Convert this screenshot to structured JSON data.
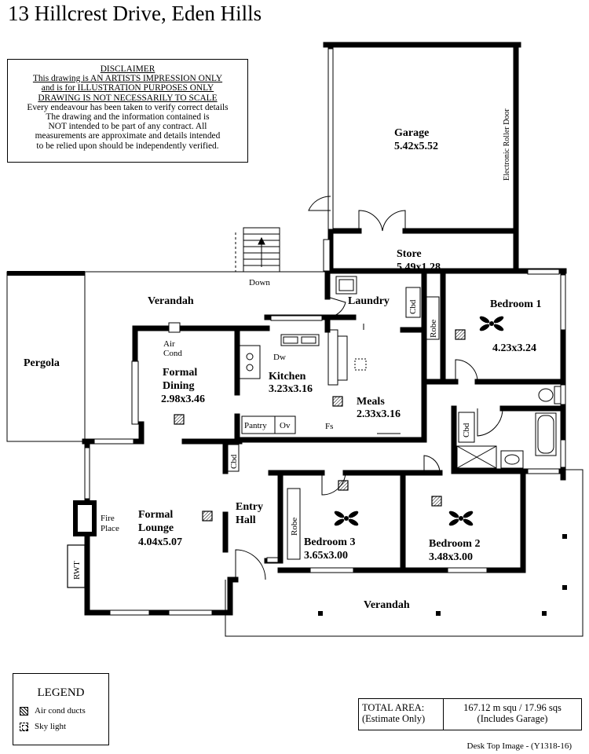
{
  "title": "13 Hillcrest Drive, Eden Hills",
  "disclaimer": {
    "heading": "DISCLAIMER",
    "line1": "This drawing is AN ARTISTS IMPRESSION ONLY",
    "line2": "and is for ILLUSTRATION PURPOSES ONLY",
    "line3": "DRAWING IS NOT NECESSARILY TO SCALE",
    "line4": "Every endeavour has been taken to verify correct details",
    "line5": "The drawing and the information contained is",
    "line6": "NOT intended to be part of any contract. All",
    "line7": "measurements are approximate and details intended",
    "line8": "to be relied upon should be independently verified."
  },
  "rooms": {
    "garage": {
      "name": "Garage",
      "size": "5.42x5.52"
    },
    "store": {
      "name": "Store",
      "size": "5.49x1.28"
    },
    "bedroom1": {
      "name": "Bedroom 1",
      "size": "4.23x3.24"
    },
    "laundry": {
      "name": "Laundry"
    },
    "kitchen": {
      "name": "Kitchen",
      "size": "3.23x3.16"
    },
    "meals": {
      "name": "Meals",
      "size": "2.33x3.16"
    },
    "formal_dining": {
      "name1": "Formal",
      "name2": "Dining",
      "size": "2.98x3.46"
    },
    "formal_lounge": {
      "name1": "Formal",
      "name2": "Lounge",
      "size": "4.04x5.07"
    },
    "entry_hall": {
      "name1": "Entry",
      "name2": "Hall"
    },
    "bedroom3": {
      "name": "Bedroom 3",
      "size": "3.65x3.00"
    },
    "bedroom2": {
      "name": "Bedroom 2",
      "size": "3.48x3.00"
    },
    "pergola": {
      "name": "Pergola"
    },
    "verandah_top": {
      "name": "Verandah"
    },
    "verandah_bottom": {
      "name": "Verandah"
    }
  },
  "labels": {
    "roller_door": "Electronic Roller Door",
    "down": "Down",
    "air_cond1": "Air",
    "air_cond2": "Cond",
    "dw": "Dw",
    "pantry": "Pantry",
    "ov": "Ov",
    "fs": "Fs",
    "cbd": "Cbd",
    "robe": "Robe",
    "fire1": "Fire",
    "fire2": "Place",
    "rwt": "RWT"
  },
  "legend": {
    "title": "LEGEND",
    "air_cond_ducts": "Air cond ducts",
    "sky_light": "Sky light"
  },
  "total_area": {
    "label1": "TOTAL AREA:",
    "label2": "(Estimate Only)",
    "value1": "167.12 m squ /  17.96 sqs",
    "value2": "(Includes Garage)"
  },
  "footer": "Desk Top Image - (Y1318-16)"
}
